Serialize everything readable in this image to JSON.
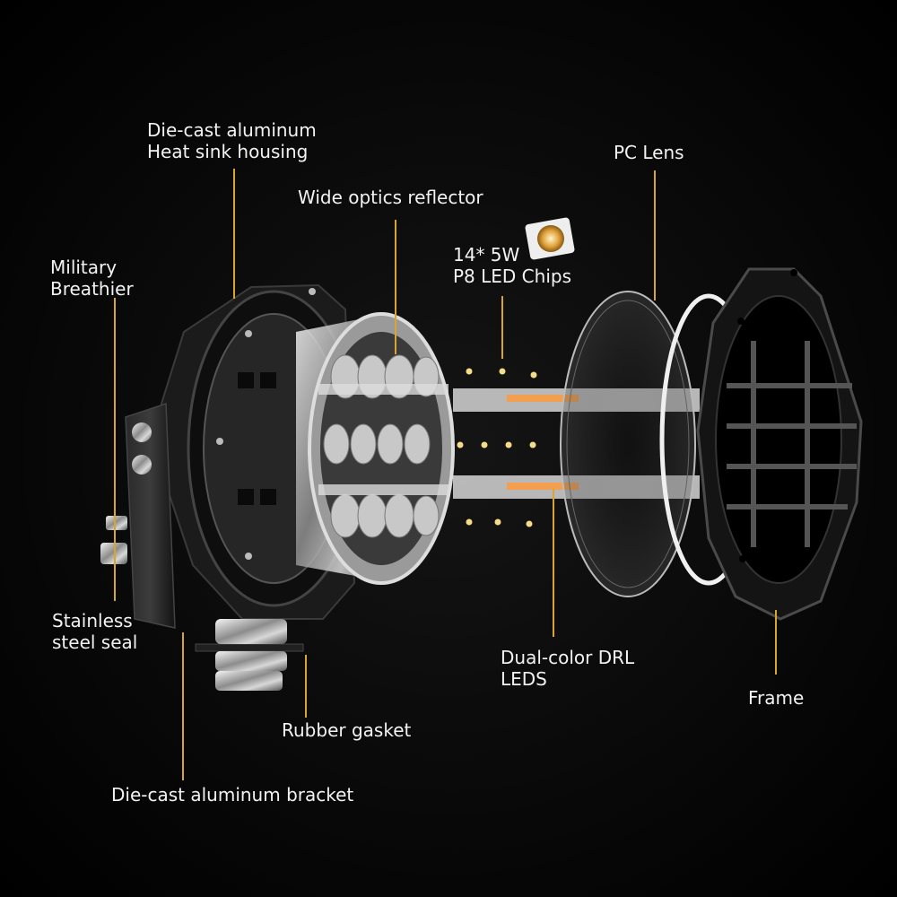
{
  "accent_color": "#d9a531",
  "background_color": "#000000",
  "labels": {
    "housing_line1": "Die-cast aluminum",
    "housing_line2": "Heat sink housing",
    "reflector": "Wide optics reflector",
    "pc_lens": "PC Lens",
    "chips_line1": "14* 5W",
    "chips_line2": "P8 LED Chips",
    "breather_line1": "Military",
    "breather_line2": "Breathier",
    "seal_line1": "Stainless",
    "seal_line2": "steel seal",
    "drl_line1": "Dual-color DRL",
    "drl_line2": "LEDS",
    "frame": "Frame",
    "gasket": "Rubber gasket",
    "bracket": "Die-cast aluminum bracket"
  }
}
